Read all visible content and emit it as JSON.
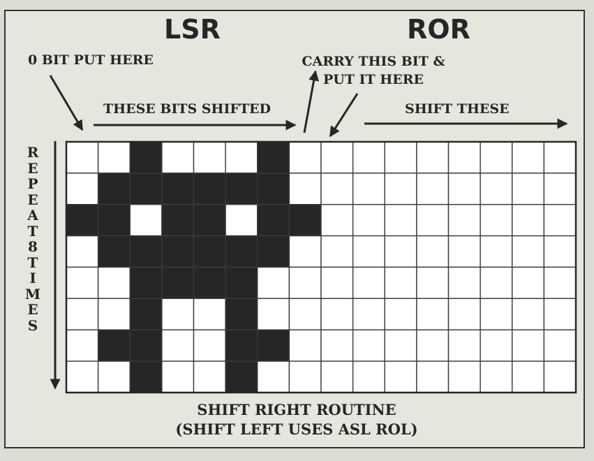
{
  "titles": {
    "left": "LSR",
    "right": "ROR"
  },
  "annotations": {
    "zero_bit": "0 BIT PUT HERE",
    "carry_line1": "CARRY THIS BIT &",
    "carry_line2": "PUT IT HERE",
    "these_bits": "THESE BITS SHIFTED",
    "shift_these": "SHIFT THESE"
  },
  "side_label": [
    "R",
    "E",
    "P",
    "E",
    "A",
    "T",
    "8",
    "T",
    "I",
    "M",
    "E",
    "S"
  ],
  "footer": {
    "line1": "SHIFT RIGHT ROUTINE",
    "line2": "(SHIFT LEFT USES ASL ROL)"
  },
  "grid": {
    "rows": 8,
    "cols": 16,
    "lsr_cols": 8,
    "pattern": [
      "0010001000000000",
      "0111111000000000",
      "1101101100000000",
      "0111111000000000",
      "0011110000000000",
      "0010010000000000",
      "0110011000000000",
      "0010010000000000"
    ]
  },
  "colors": {
    "ink": "#262626",
    "paper": "#ffffff",
    "background": "#e6e6df"
  }
}
